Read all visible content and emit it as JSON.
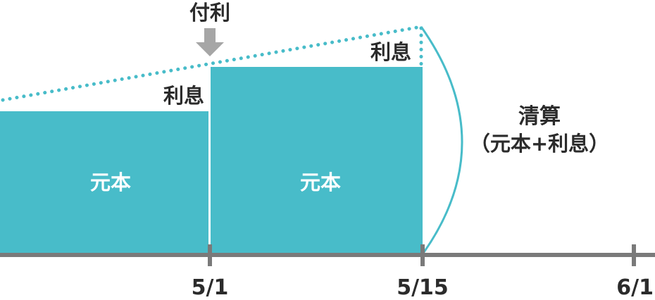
{
  "labels": {
    "interest_payment": "付利",
    "interest_left": "利息",
    "interest_right": "利息",
    "principal_left": "元本",
    "principal_right": "元本",
    "settlement_line1": "清算",
    "settlement_line2": "（元本+利息）"
  },
  "ticks": [
    "5/1",
    "5/15",
    "6/1"
  ],
  "colors": {
    "principal": "#48bcc9",
    "interest_dots": "#48bcc9",
    "axis": "#7a7a7a",
    "arrow": "#a6a6a6",
    "text": "#2b2b2b"
  }
}
